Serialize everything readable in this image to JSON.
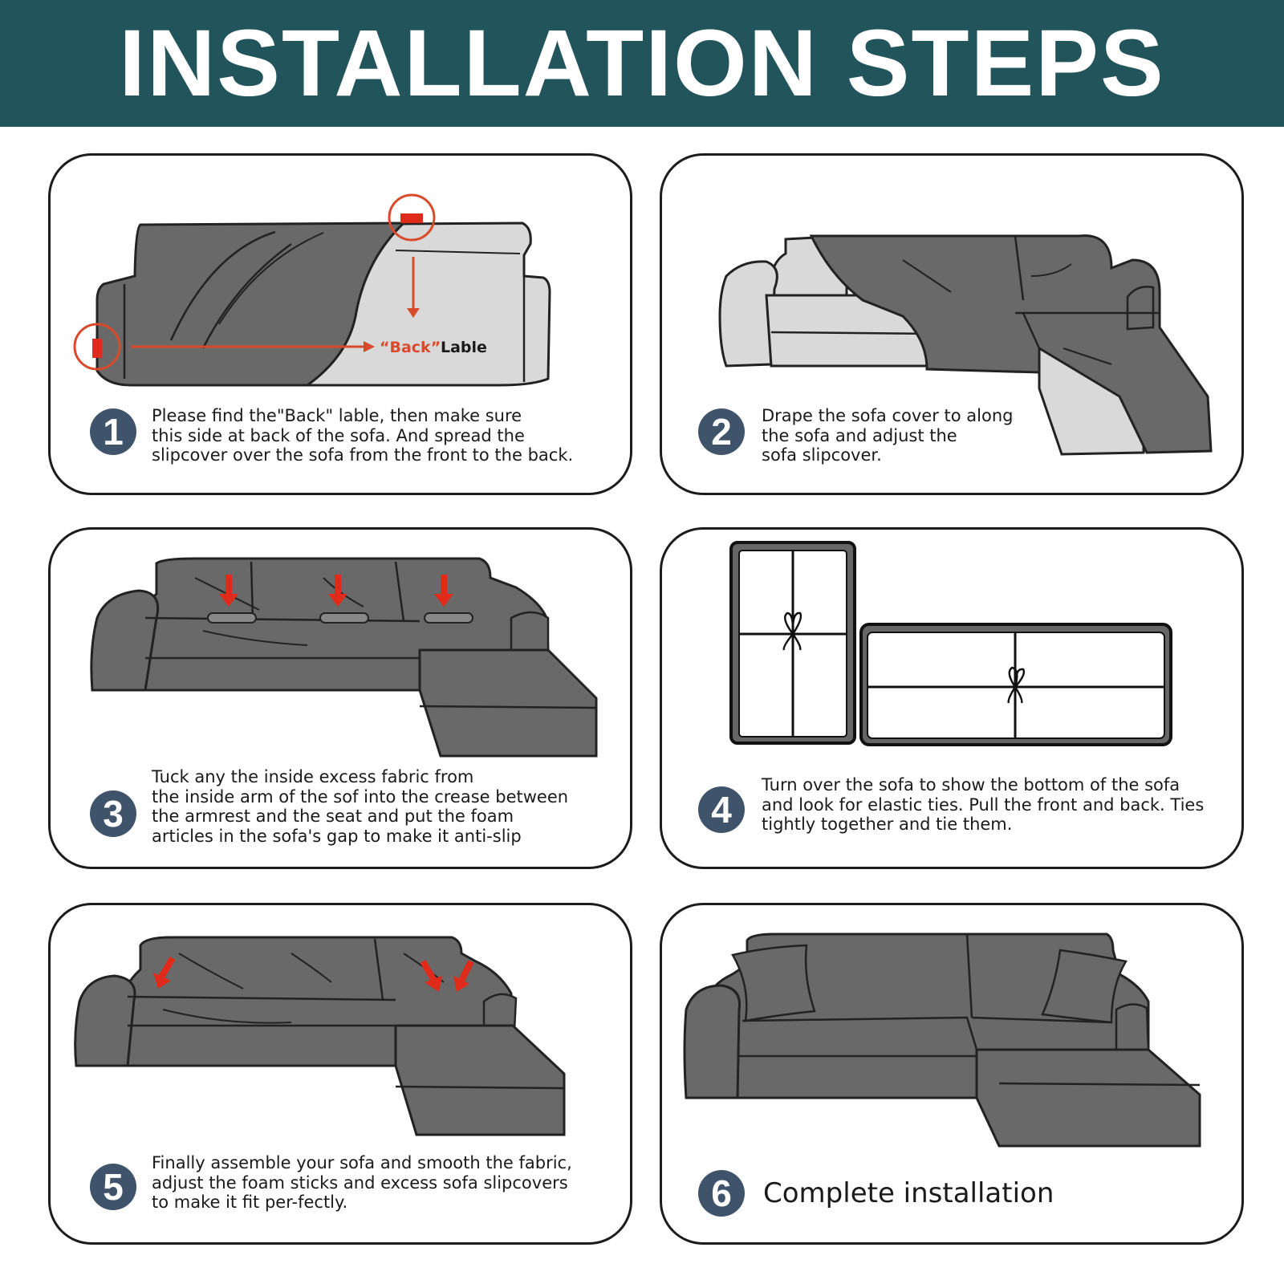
{
  "header": {
    "title": "INSTALLATION STEPS"
  },
  "colors": {
    "header_bg": "#22545c",
    "badge": "#3f536b",
    "sofa_dark": "#696969",
    "sofa_light": "#d9d9d9",
    "accent_red": "#d84a2a"
  },
  "steps": [
    {
      "number": "1",
      "lines": [
        "Please find the\"Back\" lable, then make sure",
        "this side at back of the sofa. And spread the",
        "slipcover over the sofa from the front to the back."
      ],
      "label_back": "“Back”",
      "label_lable": "Lable",
      "icon": "sofa-label-diagram"
    },
    {
      "number": "2",
      "lines": [
        "Drape the sofa cover to along",
        "the sofa and adjust the",
        "sofa slipcover."
      ],
      "icon": "sectional-drape-diagram"
    },
    {
      "number": "3",
      "lines": [
        "Tuck any the inside excess fabric from",
        "the inside arm of the sof into the crease between",
        "the armrest and the seat and put the foam",
        "articles in the sofa's gap to make it anti-slip"
      ],
      "icon": "tuck-foam-diagram"
    },
    {
      "number": "4",
      "lines": [
        "Turn over the sofa to show the bottom of the sofa",
        "and look for elastic ties. Pull the front and back. Ties",
        "tightly together and tie them."
      ],
      "icon": "elastic-ties-diagram"
    },
    {
      "number": "5",
      "lines": [
        "Finally assemble your sofa and smooth the fabric,",
        "adjust the foam sticks and excess sofa slipcovers",
        "to make it fit per-fectly."
      ],
      "icon": "smooth-fabric-diagram"
    },
    {
      "number": "6",
      "lines": [
        "Complete installation"
      ],
      "icon": "finished-sofa-diagram"
    }
  ]
}
